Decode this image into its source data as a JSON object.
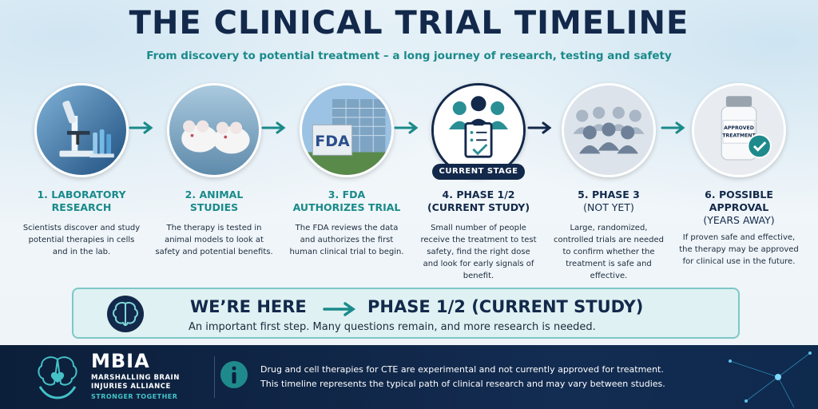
{
  "header": {
    "title": "THE CLINICAL TRIAL TIMELINE",
    "subtitle": "From discovery to potential treatment – a long journey of research, testing and safety"
  },
  "steps": [
    {
      "title_line1": "1. LABORATORY",
      "title_line2": "RESEARCH",
      "description": "Scientists discover and study potential therapies in cells and in the lab.",
      "image": "microscope-and-test-tubes"
    },
    {
      "title_line1": "2. ANIMAL",
      "title_line2": "STUDIES",
      "description": "The therapy is tested in animal models to look at safety and potential benefits.",
      "image": "white-mice"
    },
    {
      "title_line1": "3. FDA",
      "title_line2": "AUTHORIZES TRIAL",
      "description": "The FDA reviews the data and authorizes the first human clinical trial to begin.",
      "image": "fda-building",
      "sign_text": "FDA"
    },
    {
      "title_line1": "4. PHASE 1/2",
      "title_line2": "(CURRENT STUDY)",
      "description": "Small number of people receive the treatment to test safety, find the right dose and look for early signals of benefit.",
      "image": "people-with-clipboard-icon",
      "badge": "CURRENT STAGE"
    },
    {
      "title_line1": "5. PHASE  3",
      "title_line2": "(NOT YET)",
      "description": "Large, randomized, controlled trials are needed to confirm whether the treatment is safe and effective.",
      "image": "large-group-icon"
    },
    {
      "title_line1": "6. POSSIBLE",
      "title_line2": "APPROVAL",
      "title_line3": "(YEARS AWAY)",
      "description": "If proven safe and effective, the therapy may be approved for clinical use in the future.",
      "image": "approved-vial",
      "vial_text": "APPROVED TREATMENT"
    }
  ],
  "banner": {
    "label": "WE’RE HERE",
    "phase": "PHASE 1/2 (CURRENT STUDY)",
    "note": "An important first step. Many questions remain, and more research is needed.",
    "icon": "brain-icon"
  },
  "footer": {
    "logo_main": "MBIA",
    "logo_name": "MARSHALLING BRAIN INJURIES ALLIANCE",
    "logo_tag": "STRONGER TOGETHER",
    "info_icon": "info-icon",
    "text_line1": "Drug and cell therapies for CTE are experimental and not currently approved for treatment.",
    "text_line2": "This timeline represents the typical path of clinical research and may vary between studies."
  },
  "colors": {
    "navy": "#13294b",
    "teal": "#1a8a8a",
    "banner_bg": "#dff1f2"
  }
}
